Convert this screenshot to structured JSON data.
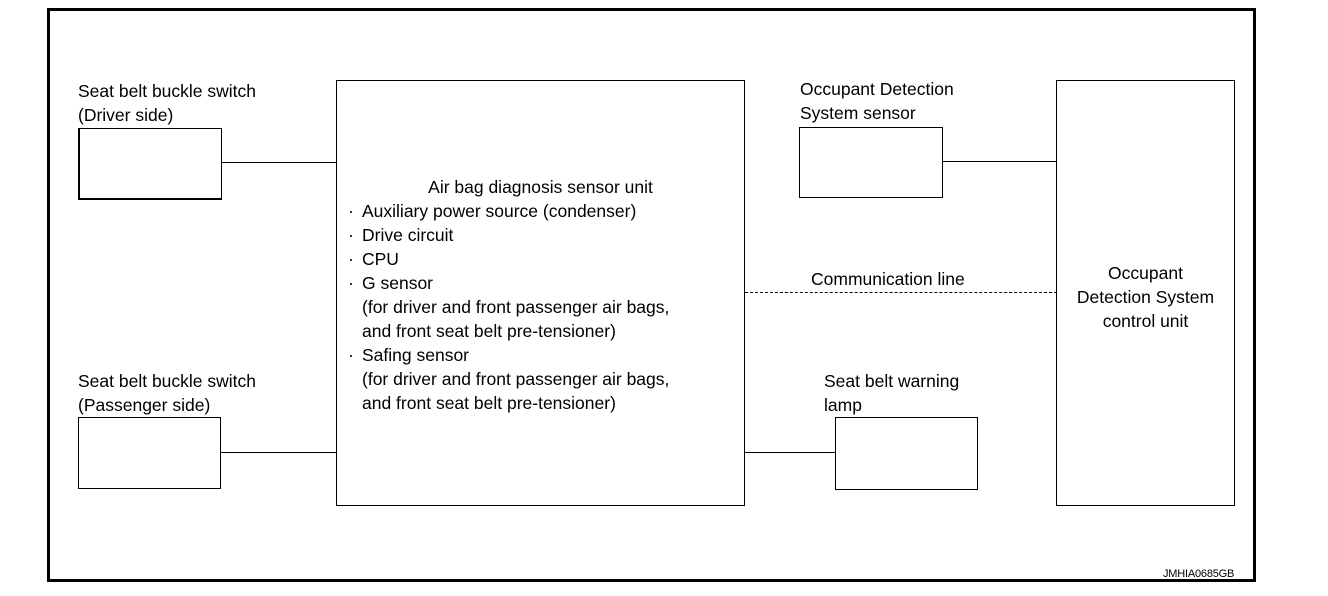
{
  "diagram": {
    "driver_switch": {
      "line1": "Seat belt buckle switch",
      "line2": "(Driver side)"
    },
    "passenger_switch": {
      "line1": "Seat belt buckle switch",
      "line2": "(Passenger side)"
    },
    "ods_sensor": {
      "line1": "Occupant Detection",
      "line2": "System sensor"
    },
    "warning_lamp": {
      "line1": "Seat belt warning",
      "line2": "lamp"
    },
    "ods_control_unit": {
      "line1": "Occupant",
      "line2": "Detection System",
      "line3": "control unit"
    },
    "communication_line": "Communication line",
    "sensor_unit": {
      "title": "Air bag diagnosis sensor unit",
      "bullet_char": "·",
      "items": [
        {
          "label": "Auxiliary power source (condenser)"
        },
        {
          "label": "Drive circuit"
        },
        {
          "label": "CPU"
        },
        {
          "label": "G sensor",
          "sub1": "(for driver and front passenger air bags,",
          "sub2": "and front seat belt pre-tensioner)"
        },
        {
          "label": "Safing sensor",
          "sub1": "(for driver and front passenger air bags,",
          "sub2": "and front seat belt pre-tensioner)"
        }
      ]
    },
    "figure_code": "JMHIA0685GB"
  }
}
